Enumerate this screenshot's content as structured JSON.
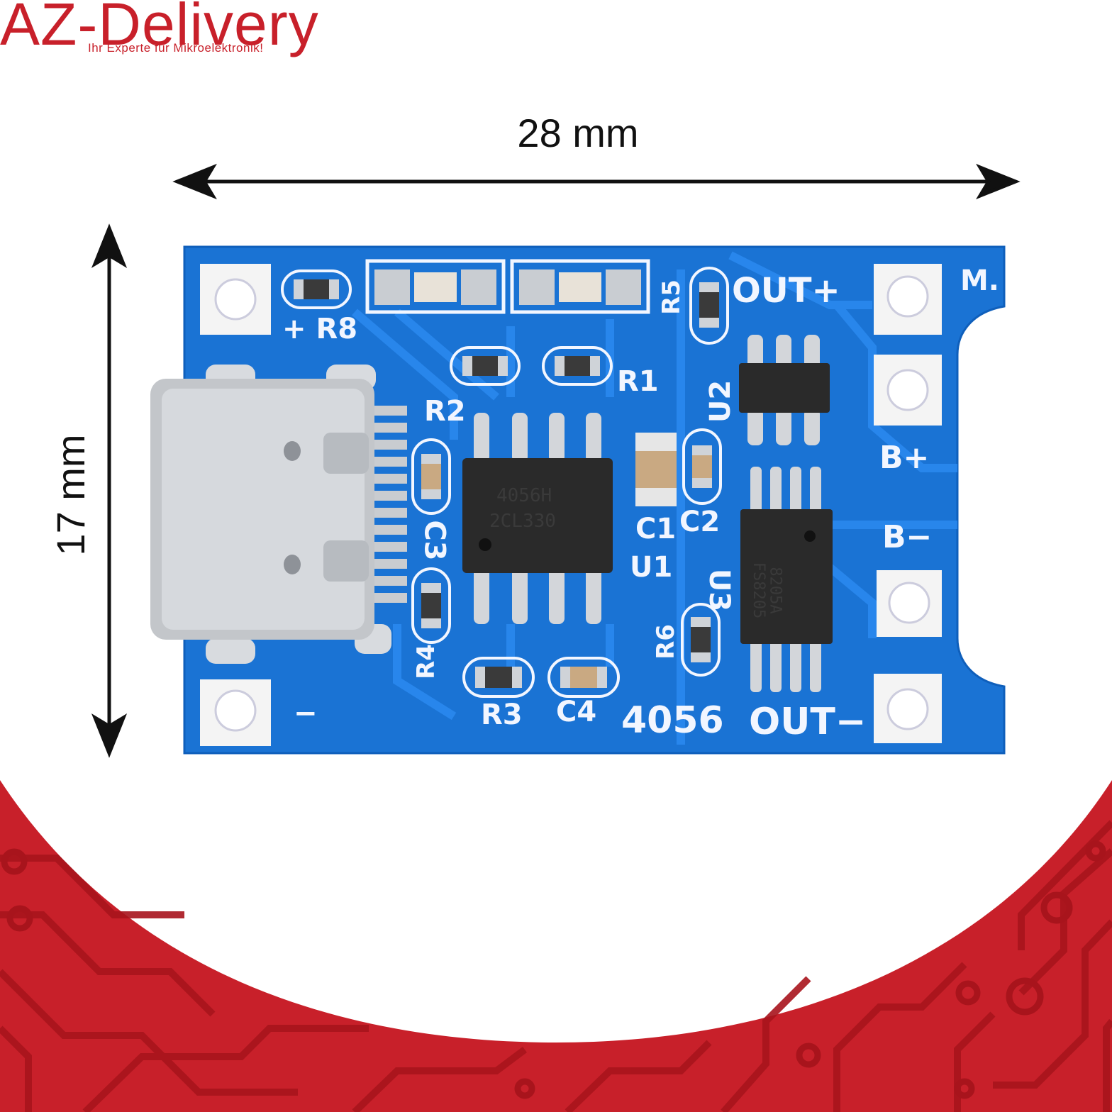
{
  "brand": {
    "name": "AZ-Delivery",
    "tagline": "Ihr Experte für Mikroelektronik!",
    "color": "#c8202a"
  },
  "dimensions": {
    "width_label": "28 mm",
    "height_label": "17 mm"
  },
  "board": {
    "pcb_color": "#1a73d4",
    "silkscreen": {
      "r8": "+ R8",
      "r5": "R5",
      "out_plus": "OUT+",
      "m": "M.",
      "r1": "R1",
      "r2": "R2",
      "u2": "U2",
      "b_plus": "B+",
      "b_minus": "B−",
      "c3": "C3",
      "c1": "C1",
      "c2": "C2",
      "u1": "U1",
      "u3": "U3",
      "r6": "R6",
      "r4": "R4",
      "r3": "R3",
      "c4": "C4",
      "model": "4056",
      "out_minus": "OUT−",
      "minus": "−"
    },
    "chip_u1_marking": [
      "4056H",
      "2CL330"
    ],
    "chip_u3_marking": [
      "8205A",
      "FS8205"
    ]
  },
  "background": {
    "circuit_color": "#c8202a"
  }
}
